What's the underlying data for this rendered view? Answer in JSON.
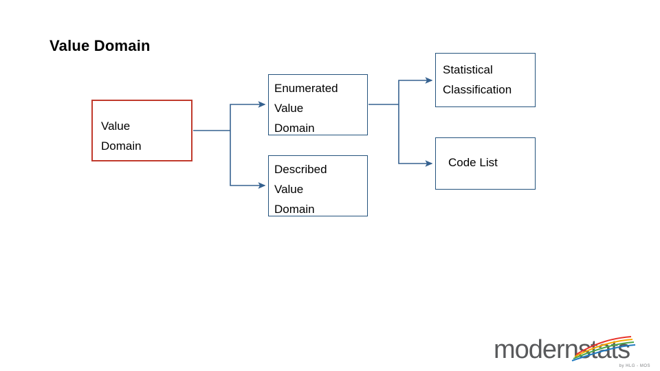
{
  "slide": {
    "title": "Value Domain",
    "background_color": "#ffffff"
  },
  "diagram": {
    "type": "flow",
    "boxes": [
      {
        "id": "value-domain",
        "label": "Value\nDomain",
        "border_color": "#c0392b",
        "style": "red"
      },
      {
        "id": "enumerated-value-domain",
        "label": "Enumerated\nValue\nDomain",
        "border_color": "#23527c",
        "style": "blue"
      },
      {
        "id": "described-value-domain",
        "label": "Described\nValue\nDomain",
        "border_color": "#23527c",
        "style": "blue"
      },
      {
        "id": "statistical-classification",
        "label": "Statistical\nClassification",
        "border_color": "#23527c",
        "style": "blue"
      },
      {
        "id": "code-list",
        "label": "Code List",
        "border_color": "#23527c",
        "style": "blue"
      }
    ],
    "connectors": [
      {
        "from": "value-domain",
        "to": "enumerated-value-domain",
        "color": "#35618f"
      },
      {
        "from": "value-domain",
        "to": "described-value-domain",
        "color": "#35618f"
      },
      {
        "from": "enumerated-value-domain",
        "to": "statistical-classification",
        "color": "#35618f"
      },
      {
        "from": "enumerated-value-domain",
        "to": "code-list",
        "color": "#35618f"
      }
    ]
  },
  "logo": {
    "text": "modernstats",
    "subtext": "by HLG - MOS",
    "color": "#58595b"
  }
}
